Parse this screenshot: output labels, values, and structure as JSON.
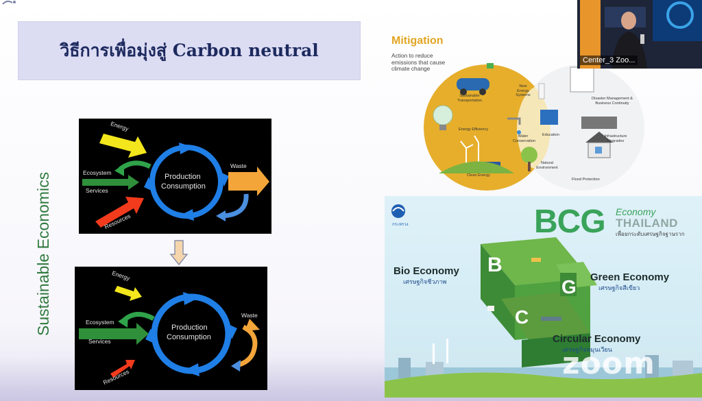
{
  "slide": {
    "title": "วิธีการเพื่อมุ่งสู่ Carbon neutral",
    "side_label": "Sustainable Economics"
  },
  "diagram_top": {
    "energy": "Energy",
    "ecosystem": "Ecosystem",
    "services": "Services",
    "resources": "Resources",
    "center_line1": "Production",
    "center_line2": "Consumption",
    "waste": "Waste"
  },
  "diagram_bottom": {
    "energy": "Energy",
    "ecosystem": "Ecosystem",
    "services": "Services",
    "resources": "Resources",
    "center_line1": "Production",
    "center_line2": "Consumption",
    "waste": "Waste"
  },
  "mitigation": {
    "title": "Mitigation",
    "subtitle": "Action to reduce emissions that cause climate change",
    "labels": {
      "transport": "Sustainable Transportation",
      "efficiency": "Energy Efficiency",
      "clean": "Clean Energy",
      "new_energy": "New Energy Systems",
      "water": "Water Conservation",
      "education": "Education",
      "natural": "Natural Environment",
      "disaster": "Disaster Management & Business Continuity",
      "infrastructure": "Infrastructure Upgrades",
      "flood": "Flood Protection"
    }
  },
  "bcg": {
    "logo_text": "BCG",
    "economy": "Economy",
    "thailand": "THAILAND",
    "tagline": "เพื่อยกระดับเศรษฐกิจฐานราก",
    "bio_title": "Bio Economy",
    "bio_sub": "เศรษฐกิจชีวภาพ",
    "green_title": "Green Economy",
    "green_sub": "เศรษฐกิจสีเขียว",
    "circular_title": "Circular Economy",
    "circular_sub": "เศรษฐกิจหมุนเวียน",
    "org_label": "กระทรวง"
  },
  "video": {
    "participant_name": "Center_3 Zoo..."
  },
  "watermark": "zoom",
  "colors": {
    "title_bg": "#dcdcf3",
    "title_text": "#1d2a5e",
    "side_label": "#2f7a3e",
    "mitigation_yellow": "#e2a521",
    "bcg_green": "#3aa35a",
    "cycle_blue": "#1f7fe6"
  }
}
